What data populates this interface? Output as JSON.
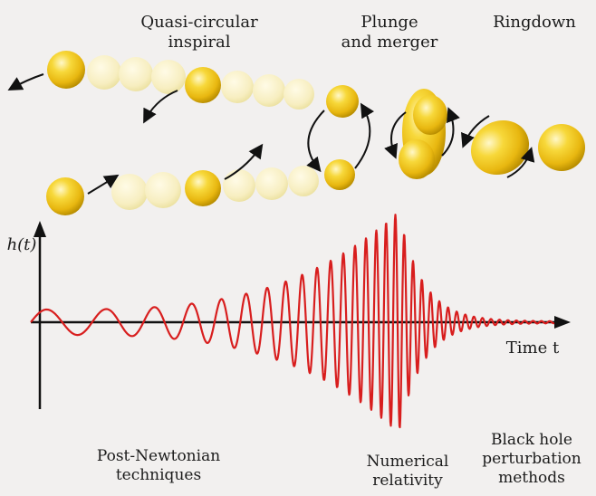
{
  "phases": {
    "inspiral": "Quasi-circular\ninspiral",
    "plunge": "Plunge\nand merger",
    "ringdown": "Ringdown"
  },
  "axes": {
    "y_label": "h(t)",
    "x_label": "Time t"
  },
  "methods": {
    "post_newtonian": "Post-Newtonian\ntechniques",
    "numerical": "Numerical\nrelativity",
    "perturbation": "Black hole\nperturbation\nmethods"
  },
  "colors": {
    "waveform": "#d81e1e",
    "black_hole_fill": "#f2c51c",
    "black_hole_shade": "#b88d00",
    "ghost_fill": "#f6ebb8",
    "arrow": "#111111",
    "background": "#f2f0ef"
  }
}
